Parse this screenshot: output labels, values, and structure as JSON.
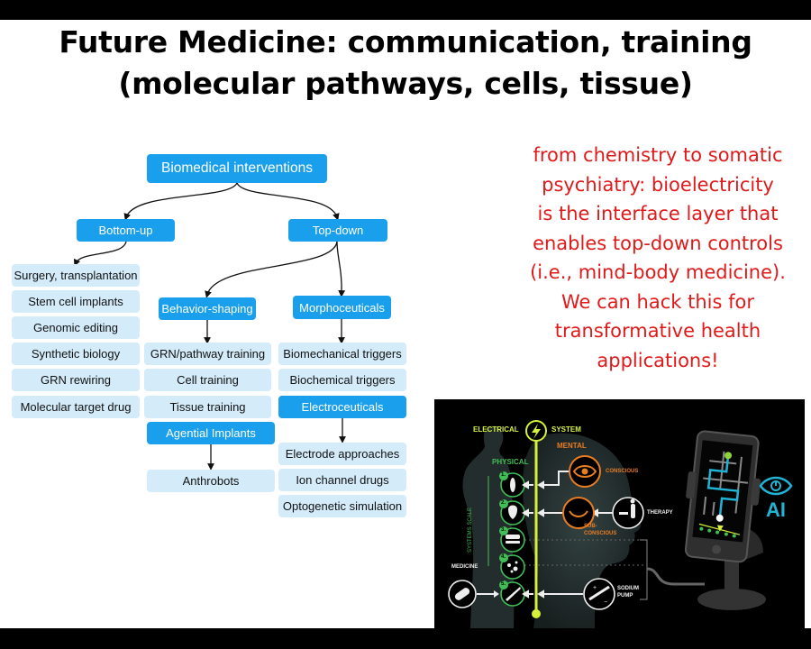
{
  "slide": {
    "title_lines": [
      "Future Medicine: communication, training",
      "(molecular pathways, cells, tissue)"
    ]
  },
  "diagram": {
    "root": "Biomedical interventions",
    "bottom_up": {
      "label": "Bottom-up",
      "items": [
        "Surgery, transplantation",
        "Stem cell implants",
        "Genomic editing",
        "Synthetic biology",
        "GRN rewiring",
        "Molecular target drug"
      ]
    },
    "top_down": {
      "label": "Top-down",
      "behavior_shaping": {
        "label": "Behavior-shaping",
        "items": [
          "GRN/pathway training",
          "Cell training",
          "Tissue training"
        ],
        "agential_implants": "Agential Implants",
        "agential_children": [
          "Anthrobots"
        ]
      },
      "morphoceuticals": {
        "label": "Morphoceuticals",
        "items": [
          "Biomechanical triggers",
          "Biochemical triggers"
        ],
        "electroceuticals": "Electroceuticals",
        "electro_children": [
          "Electrode approaches",
          "Ion channel drugs",
          "Optogenetic simulation"
        ]
      }
    },
    "colors": {
      "dark_node": "#1a9fec",
      "light_node": "#d4ebfa"
    }
  },
  "note": {
    "lines": [
      "from chemistry to somatic",
      "psychiatry: bioelectricity",
      "is the interface layer that",
      "enables top-down controls",
      "(i.e., mind-body medicine).",
      "We can hack this for",
      "transformative health",
      "applications!"
    ],
    "color": "#e01a1a"
  },
  "illustration": {
    "electrical": "ELECTRICAL",
    "system": "SYSTEM",
    "mental": "MENTAL",
    "physical": "PHYSICAL",
    "conscious": "CONSCIOUS",
    "sub": "SUB-",
    "conscious2": "CONSCIOUS",
    "systems_scale": "SYSTEMS SCALE",
    "therapy": "THERAPY",
    "medicine": "MEDICINE",
    "sodium": "SODIUM",
    "pump": "PUMP",
    "ai": "AI",
    "scale_numbers": [
      "1.",
      "2.",
      "3.",
      "4.",
      "5."
    ],
    "colors": {
      "electric": "#d7f03a",
      "mental": "#e87d22",
      "physical": "#3fbf55",
      "ai": "#1fb4d6"
    }
  }
}
